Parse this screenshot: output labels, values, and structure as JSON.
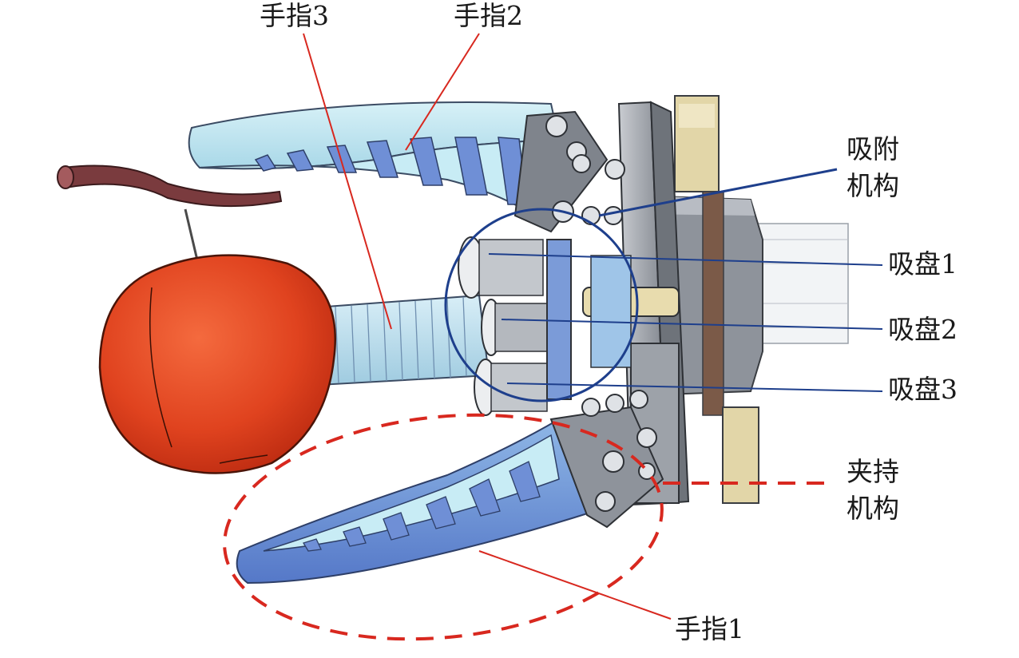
{
  "labels": {
    "finger3": "手指3",
    "finger2": "手指2",
    "finger1": "手指1",
    "suction_mechanism_line1": "吸附",
    "suction_mechanism_line2": "机构",
    "cup1": "吸盘1",
    "cup2": "吸盘2",
    "cup3": "吸盘3",
    "clamp_mechanism_line1": "夹持",
    "clamp_mechanism_line2": "机构"
  },
  "colors": {
    "leader_red": "#d8281f",
    "leader_blue": "#1e3f8c",
    "apple": "#e0431f",
    "stem": "#7a3b3e",
    "finger_light": "#bfe6f0",
    "finger_blue": "#6f8fd6",
    "metal_gray": "#9a9ea6",
    "beige": "#e2d6a8"
  }
}
